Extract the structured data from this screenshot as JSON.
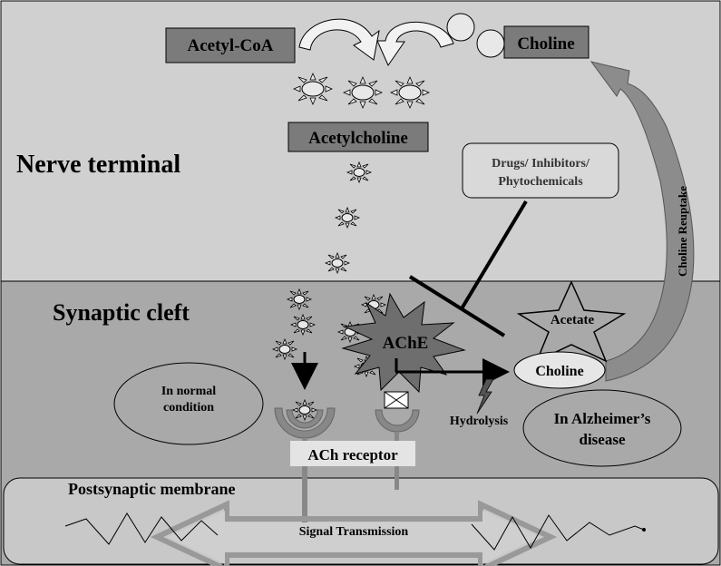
{
  "regions": {
    "nerve_terminal": "Nerve terminal",
    "synaptic_cleft": "Synaptic cleft",
    "postsynaptic_membrane": "Postsynaptic membrane"
  },
  "labels": {
    "acetyl_coa": "Acetyl-CoA",
    "choline_top": "Choline",
    "acetylcholine": "Acetylcholine",
    "drugs_line1": "Drugs/ Inhibitors/",
    "drugs_line2": "Phytochemicals",
    "choline_reuptake": "Choline Reuptake",
    "ache": "AChE",
    "acetate": "Acetate",
    "choline_product": "Choline",
    "hydrolysis": "Hydrolysis",
    "normal_line1": "In normal",
    "normal_line2": "condition",
    "alz_line1": "In Alzheimer’s",
    "alz_line2": "disease",
    "ach_receptor": "ACh receptor",
    "signal_transmission": "Signal Transmission"
  },
  "colors": {
    "nerve_bg": "#d0d0d0",
    "cleft_bg": "#a9a9a9",
    "membrane_bg": "#c8c8c8",
    "dark_box": "#7b7b7b",
    "light_box": "#d9d9d9",
    "ache_fill": "#6e6e6e",
    "receptor": "#888888",
    "reuptake_arrow": "#8c8c8c"
  }
}
